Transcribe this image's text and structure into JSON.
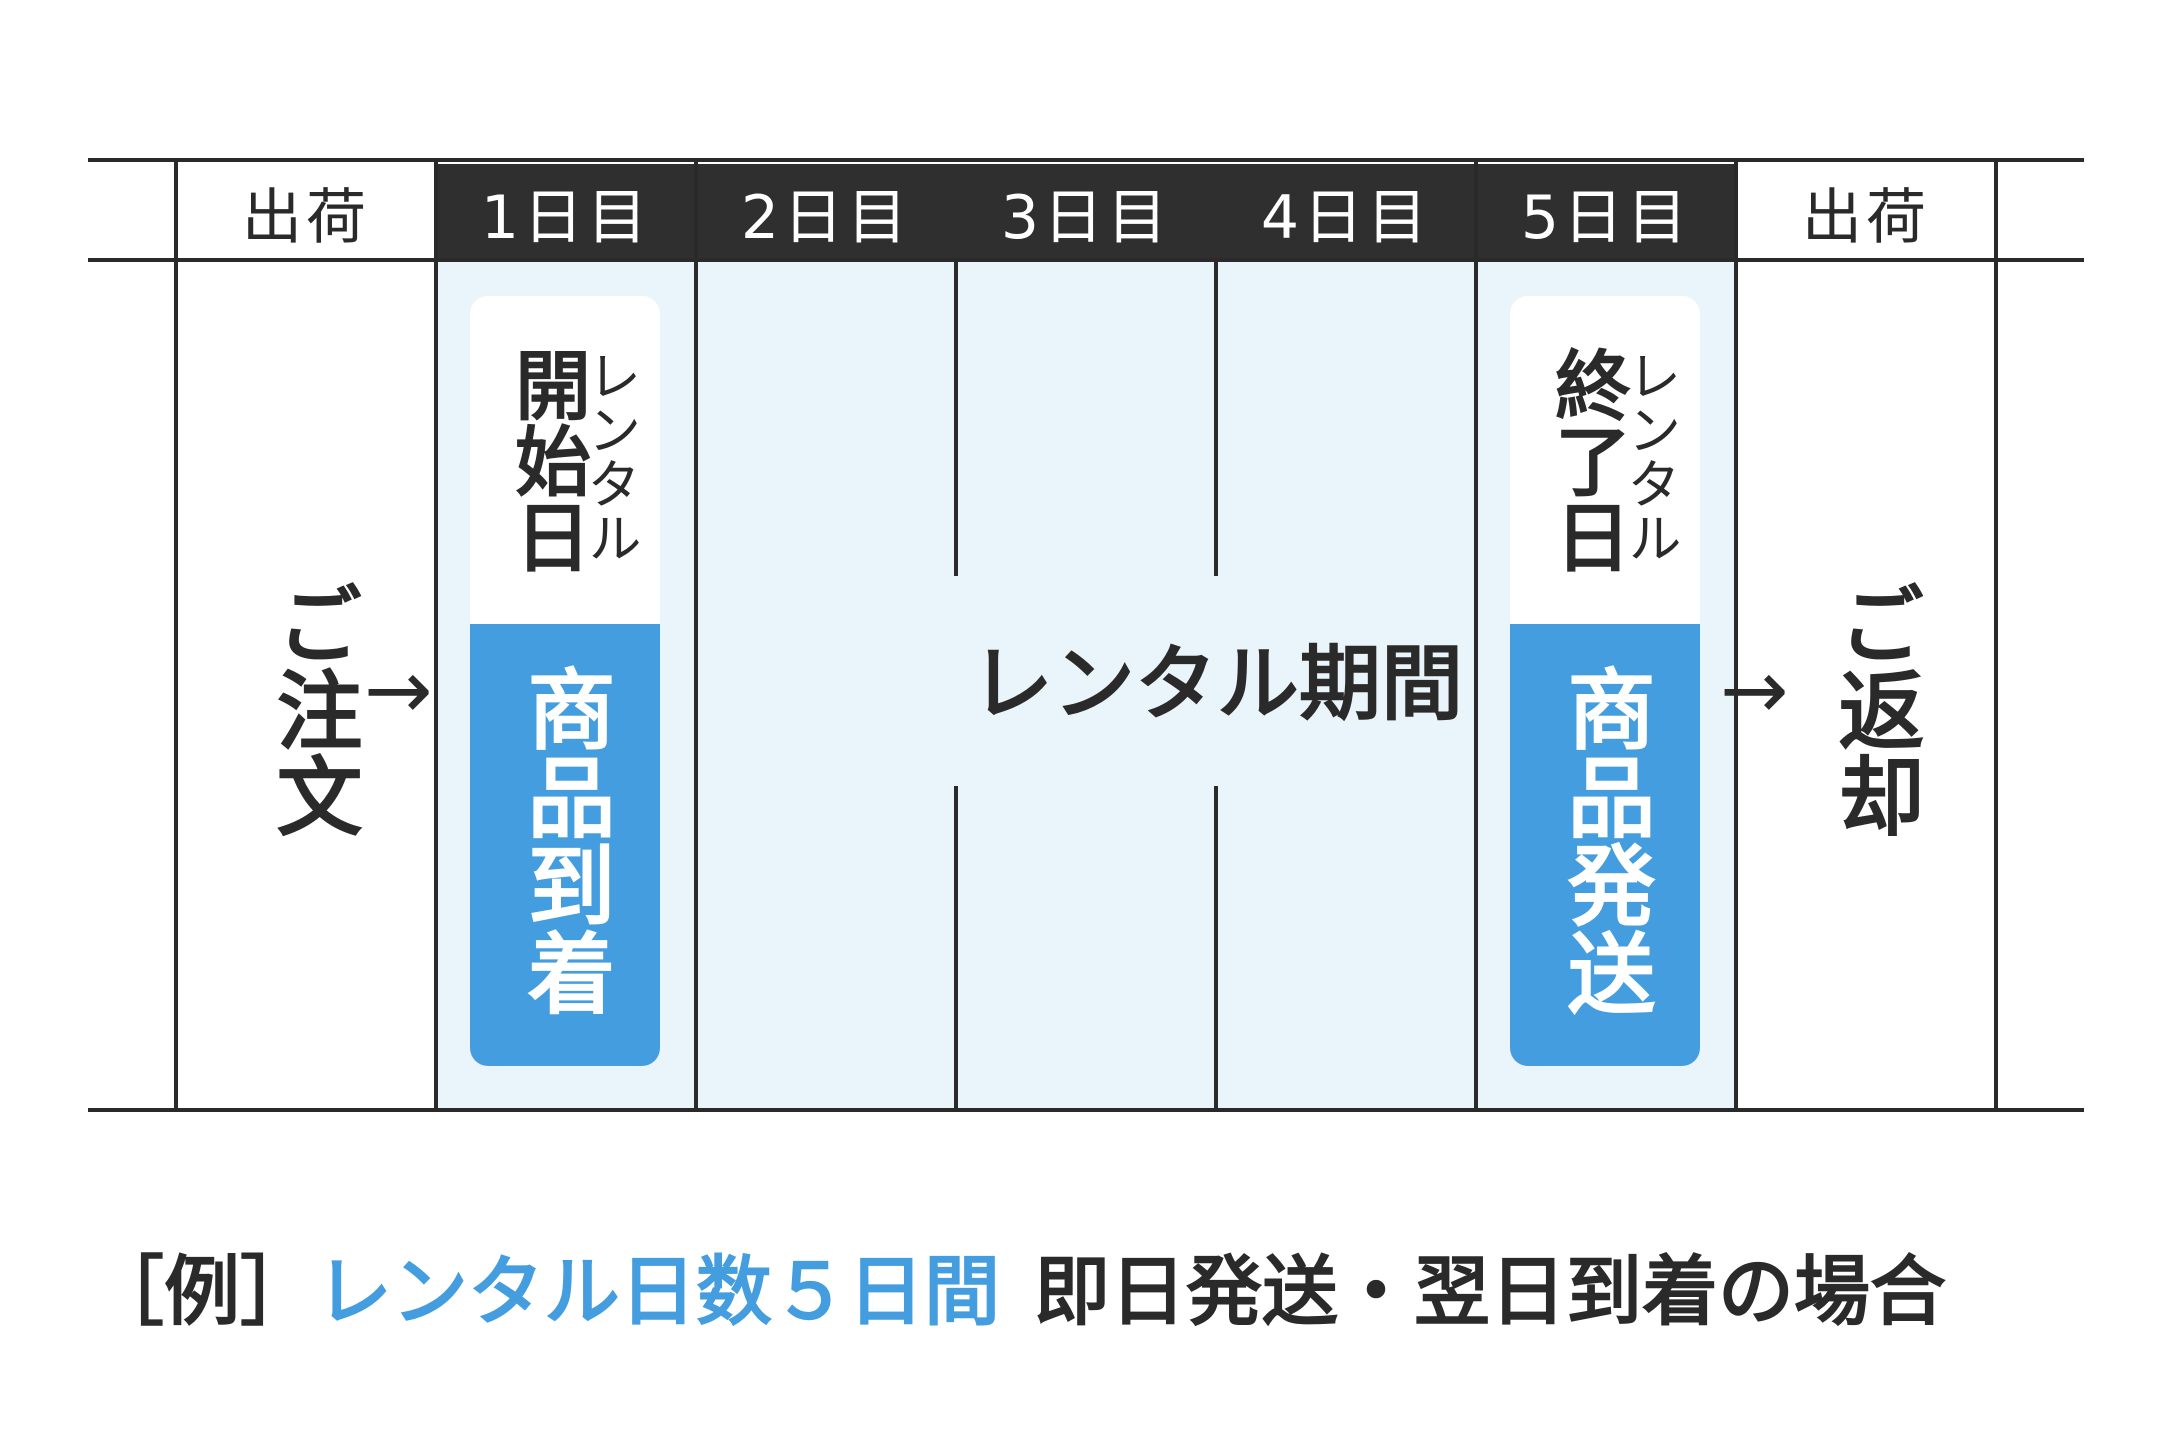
{
  "timeline": {
    "headers": [
      "出荷",
      "1日目",
      "2日目",
      "3日目",
      "4日目",
      "5日目",
      "出荷"
    ],
    "order_label": "ご注文",
    "return_label": "ご返却",
    "rental_period_label": "レンタル期間",
    "start_card": {
      "small_label": "レンタル",
      "big_label": "開始日",
      "action_label": "商品到着"
    },
    "end_card": {
      "small_label": "レンタル",
      "big_label": "終了日",
      "action_label": "商品発送"
    },
    "arrow_symbol": "→"
  },
  "caption": {
    "prefix": "［例］",
    "highlight": "レンタル日数５日間",
    "suffix": "即日発送・翌日到着の場合"
  },
  "colors": {
    "accent_blue": "#439ddf",
    "header_dark": "#2f2f2f",
    "period_bg": "#eaf5fb",
    "line": "#2a2a2a"
  }
}
